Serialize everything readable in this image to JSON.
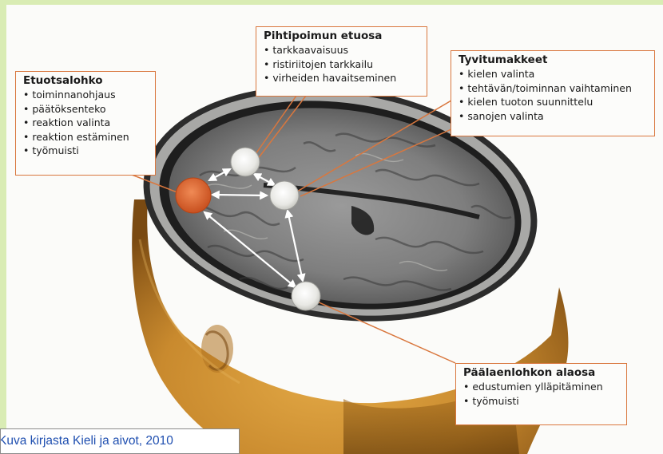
{
  "boxes": {
    "frontal": {
      "title": "Etuotsalohko",
      "items": [
        "toiminnanohjaus",
        "päätöksenteko",
        "reaktion valinta",
        "reaktion estäminen",
        "työmuisti"
      ]
    },
    "cingulate": {
      "title": "Pihtipoimun etuosa",
      "items": [
        "tarkkaavaisuus",
        "ristiriitojen tarkkailu",
        "virheiden havaitseminen"
      ]
    },
    "basal": {
      "title": "Tyvitumakkeet",
      "items": [
        "kielen valinta",
        "tehtävän/toiminnan vaihtaminen",
        "kielen tuoton suunnittelu",
        "sanojen valinta"
      ]
    },
    "parietal": {
      "title": "Päälaenlohkon alaosa",
      "items": [
        "edustumien ylläpitäminen",
        "työmuisti"
      ]
    }
  },
  "credit": "Kuva kirjasta Kieli ja aivot, 2010",
  "colors": {
    "page_background": "#d9ecb4",
    "highlight_region": "#d8663a",
    "connector_line": "#d9773e",
    "credit_text": "#1f4fb0",
    "head_surface": "#c98a2e"
  }
}
